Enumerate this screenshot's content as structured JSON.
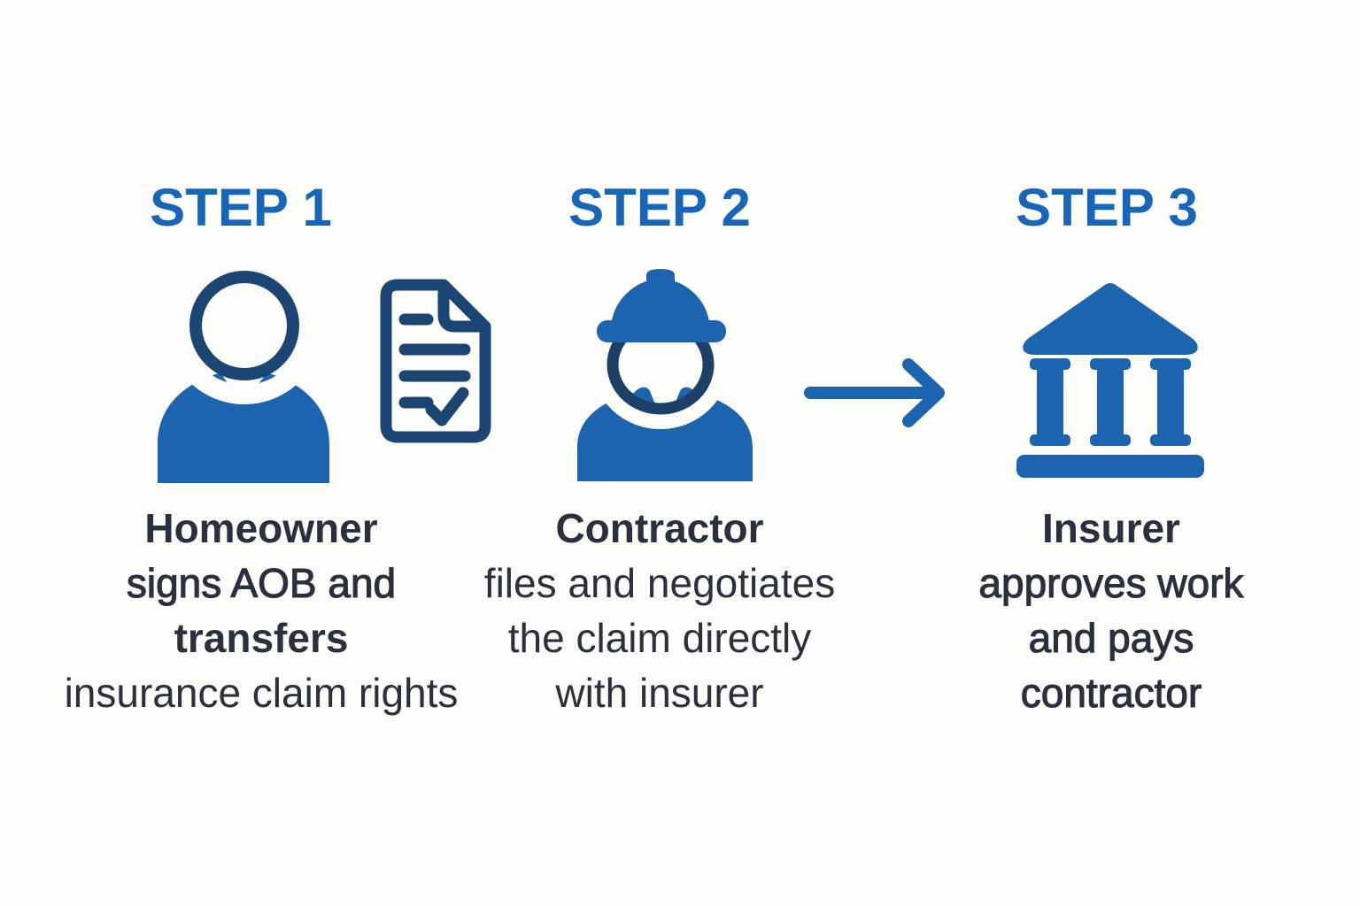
{
  "palette": {
    "background": "#fcfcf9",
    "heading_blue": "#1766ba",
    "icon_blue": "#1d64b0",
    "icon_navy": "#1b4674",
    "icon_dark_navy": "#1d4066",
    "text_dark": "#28313d"
  },
  "steps": [
    {
      "heading": "STEP 1",
      "icons": [
        "person-icon",
        "document-check-icon"
      ],
      "caption_lines": [
        "Homeowner",
        "signs AOB and",
        "transfers",
        "insurance claim rights"
      ]
    },
    {
      "heading": "STEP 2",
      "icons": [
        "contractor-icon"
      ],
      "caption_lines": [
        "Contractor",
        "files and negotiates",
        "the claim directly",
        "with insurer"
      ]
    },
    {
      "heading": "STEP 3",
      "icons": [
        "bank-icon"
      ],
      "caption_lines": [
        "Insurer",
        "approves work",
        "and pays",
        "contractor"
      ]
    }
  ],
  "connector": {
    "icon": "arrow-right-icon"
  }
}
